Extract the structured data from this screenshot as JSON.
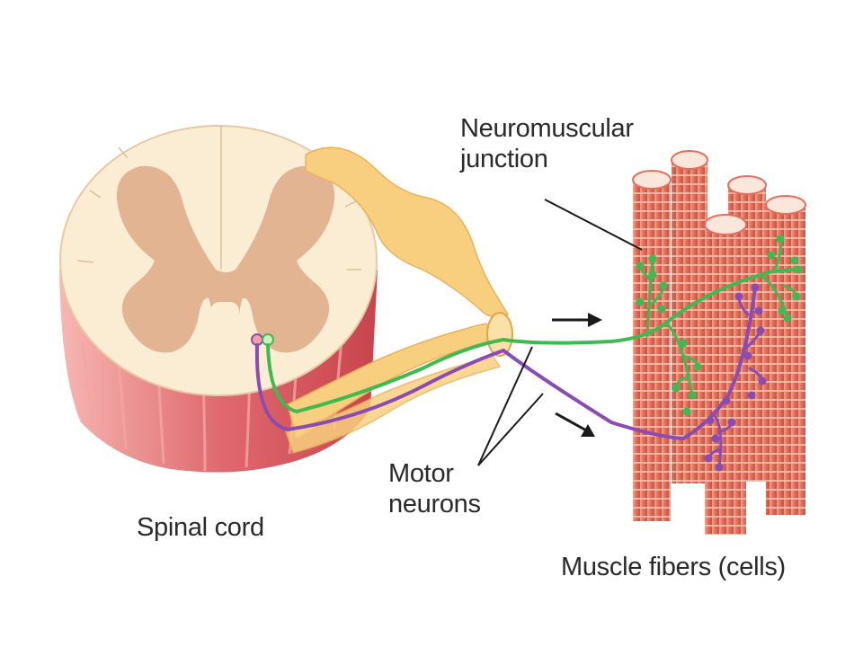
{
  "labels": {
    "neuromuscular_junction": [
      "Neuromuscular",
      "junction"
    ],
    "spinal_cord": "Spinal cord",
    "motor_neurons": [
      "Motor",
      "neurons"
    ],
    "muscle_fibers": "Muscle fibers (cells)"
  },
  "colors": {
    "white_matter": "#fbedd3",
    "gray_matter": "#e3b491",
    "cord_cut_edge": "#d9545a",
    "nerve_sheath": "#f8cf7f",
    "muscle": "#e2705c",
    "muscle_end": "#fbe6dc",
    "neuron_green": "#3fb950",
    "neuron_purple": "#8a4bb3",
    "arrow": "#1a1a1a"
  }
}
